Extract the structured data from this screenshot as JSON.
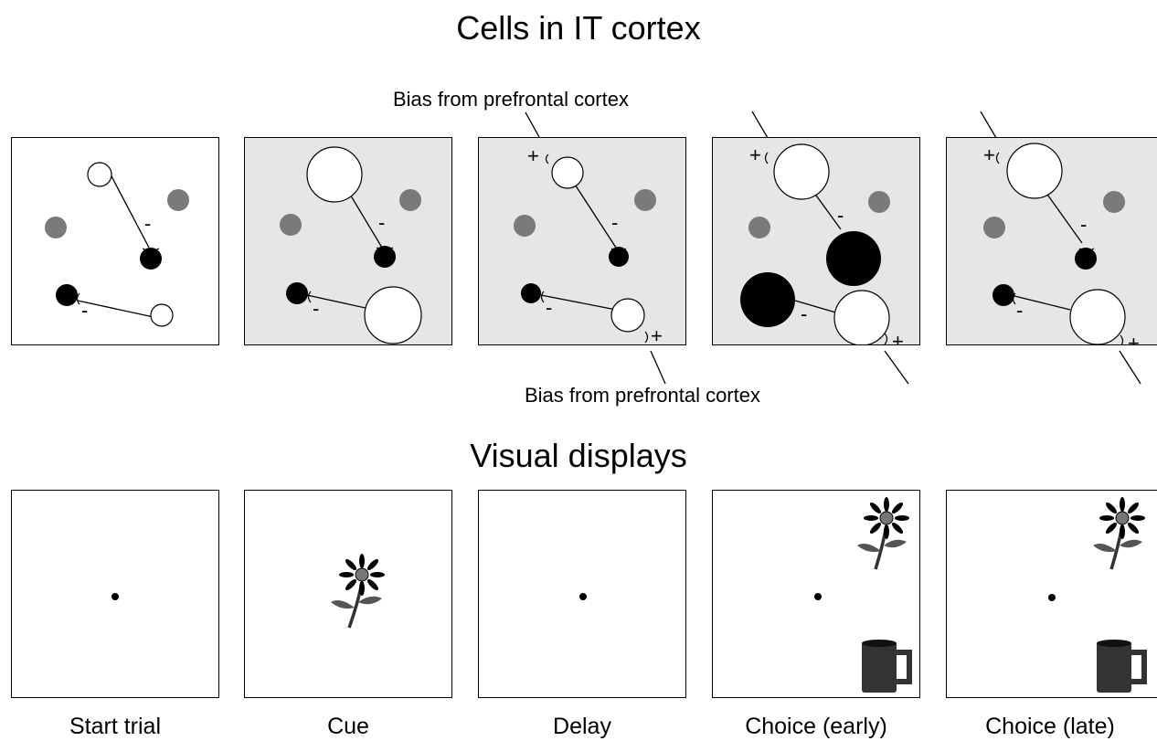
{
  "titles": {
    "cells": "Cells in IT cortex",
    "displays": "Visual displays"
  },
  "bias_labels": {
    "top": "Bias from prefrontal cortex",
    "bottom": "Bias from prefrontal cortex"
  },
  "signs": {
    "plus": "+",
    "minus": "-"
  },
  "captions": [
    "Start trial",
    "Cue",
    "Delay",
    "Choice (early)",
    "Choice (late)"
  ],
  "colors": {
    "background": "#ffffff",
    "stipple": "#e6e6e6",
    "excited_cell": "#ffffff",
    "competing_cell": "#000000",
    "other_cell": "#7a7a7a",
    "object_texture": "#555555"
  },
  "icons": [
    "flower-icon",
    "cup-icon",
    "fixation-point-icon"
  ]
}
